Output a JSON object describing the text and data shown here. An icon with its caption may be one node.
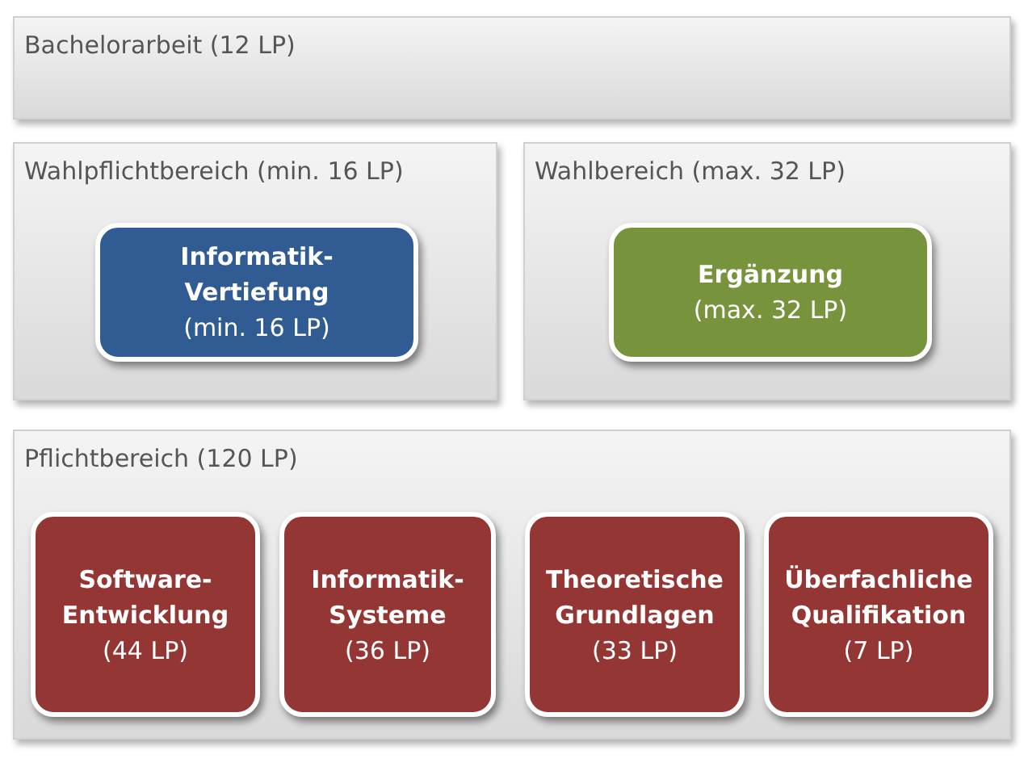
{
  "diagram": {
    "nodes": [
      {
        "text": [
          "Bachelorarbeit (12 LP)"
        ]
      },
      {
        "text": [
          "Wahlpflichtbereich (min. 16 LP)"
        ]
      },
      {
        "text": [
          "Informatik-Vertiefung",
          "(min. 16 LP)"
        ],
        "in": 1
      },
      {
        "text": [
          "Wahlbereich (max. 32 LP)"
        ]
      },
      {
        "text": [
          "Ergänzung",
          "(max. 32 LP)"
        ],
        "in": 3
      },
      {
        "text": [
          "Pflichtbereich (120 LP)"
        ]
      },
      {
        "text": [
          "Software-Entwicklung",
          "(44 LP)"
        ],
        "in": 5
      },
      {
        "text": [
          "Informatik-Systeme",
          "(36 LP)"
        ],
        "in": 5
      },
      {
        "text": [
          "Theoretische Grundlagen",
          "(33 LP)"
        ],
        "in": 5
      },
      {
        "text": [
          "Überfachliche Qualifikation",
          "(7 LP)"
        ],
        "in": 5
      }
    ],
    "edges": []
  }
}
